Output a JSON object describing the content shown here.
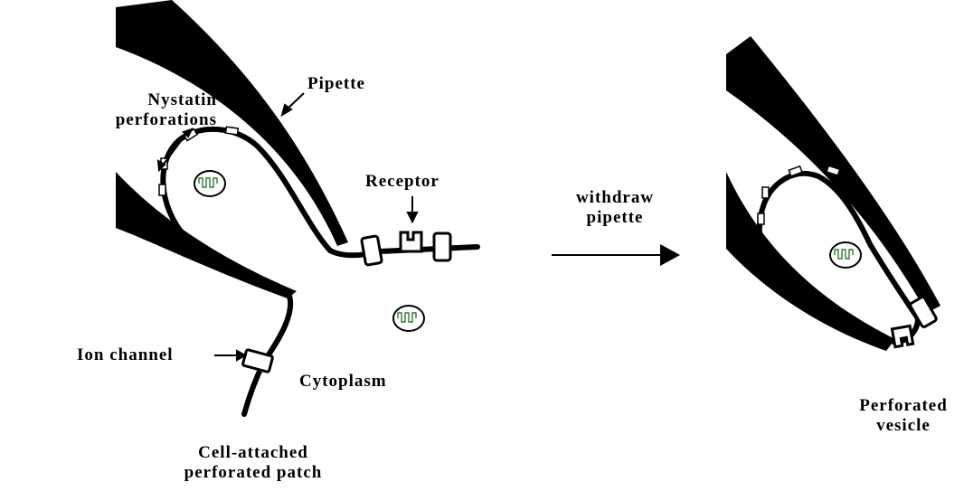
{
  "labels": {
    "nystatin_1": "Nystatin",
    "nystatin_2": "perforations",
    "pipette": "Pipette",
    "receptor": "Receptor",
    "withdraw_1": "withdraw",
    "withdraw_2": "pipette",
    "ion_channel": "Ion channel",
    "cytoplasm": "Cytoplasm",
    "cell_attached_1": "Cell-attached",
    "cell_attached_2": "perforated patch",
    "perforated_1": "Perforated",
    "perforated_2": "vesicle"
  },
  "colors": {
    "ink": "#000000",
    "mitochondria_inner": "#2e7d32",
    "background": "#ffffff"
  }
}
